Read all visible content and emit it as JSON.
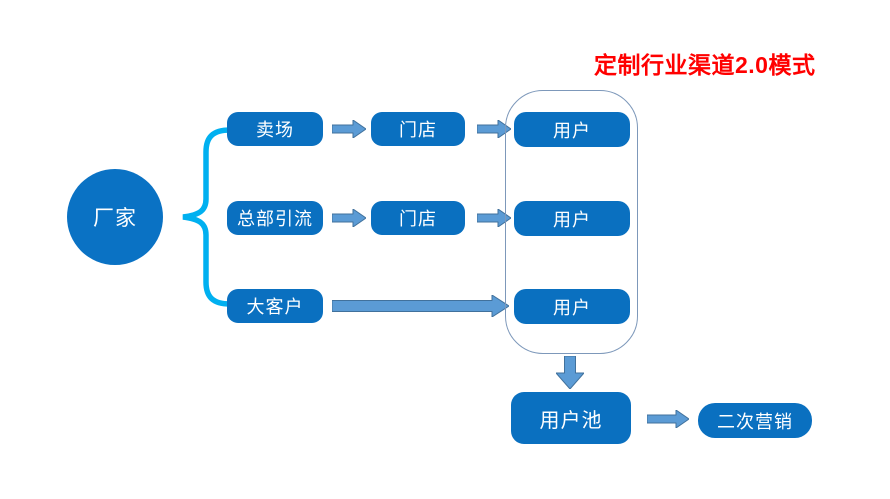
{
  "title": {
    "text": "定制行业渠道2.0模式"
  },
  "colors": {
    "title": "#FF0000",
    "node_fill": "#0a70c0",
    "node_text": "#FFFFFF",
    "brace": "#00B0F0",
    "arrow_fill": "#5B9BD5",
    "arrow_stroke": "#41719C",
    "container_border": "#7D98BA"
  },
  "diagram": {
    "source": {
      "label": "厂家"
    },
    "rows": [
      {
        "first": "卖场",
        "middle": "门店",
        "last": "用户"
      },
      {
        "first": "总部引流",
        "middle": "门店",
        "last": "用户"
      },
      {
        "first": "大客户",
        "last": "用户"
      }
    ],
    "pool": {
      "label": "用户池"
    },
    "remarketing": {
      "label": "二次营销"
    }
  }
}
